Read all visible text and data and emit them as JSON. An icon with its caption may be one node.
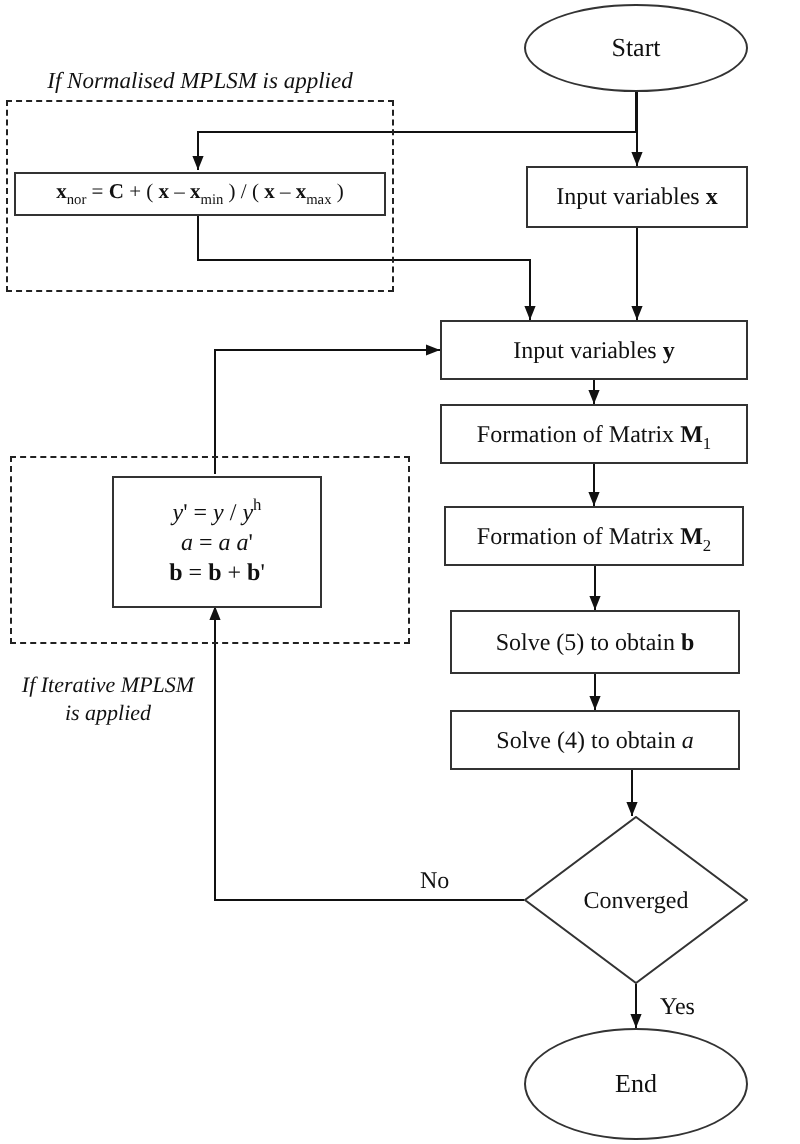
{
  "diagram": {
    "nodes": [
      {
        "text": [
          "If Normalised MPLSM is applied"
        ]
      },
      {
        "text": [
          "**x**$_{nor}$ = **C** + ( **x** – **x**$_{min}$ ) / ( **x** – **x**$_{max}$ )"
        ],
        "in": 0
      },
      {
        "text": [
          "Start"
        ]
      },
      {
        "text": [
          "Input variables **x**"
        ]
      },
      {
        "text": [
          "Input variables **y**"
        ]
      },
      {
        "text": [
          "Formation of Matrix **M**$_{1}$"
        ]
      },
      {
        "text": [
          "Formation of Matrix **M**$_{2}$"
        ]
      },
      {
        "text": [
          "Solve (5) to obtain **b**"
        ]
      },
      {
        "text": [
          "Solve (4) to obtain *a*"
        ]
      },
      {
        "text": [
          "Converged"
        ]
      },
      {
        "text": [
          "End"
        ]
      },
      {
        "text": [
          "If Iterative MPLSM is applied"
        ]
      },
      {
        "text": [
          "*y*' = *y* / *y*$^{h}$",
          "*a* = *a a*'",
          "**b** = **b** + **b**'"
        ],
        "in": 11
      }
    ],
    "edges": [
      {
        "from": 2,
        "to": 3,
        "arrow": "to"
      },
      {
        "from": 2,
        "to": 1,
        "arrow": "to"
      },
      {
        "from": 1,
        "to": 4,
        "arrow": "to"
      },
      {
        "from": 3,
        "to": 4,
        "arrow": "to"
      },
      {
        "from": 4,
        "to": 5,
        "arrow": "to"
      },
      {
        "from": 5,
        "to": 6,
        "arrow": "to"
      },
      {
        "from": 6,
        "to": 7,
        "arrow": "to"
      },
      {
        "from": 7,
        "to": 8,
        "arrow": "to"
      },
      {
        "from": 8,
        "to": 9,
        "arrow": "to"
      },
      {
        "from": 9,
        "to": 10,
        "label": "Yes",
        "arrow": "to"
      },
      {
        "from": 9,
        "to": 12,
        "label": "No",
        "arrow": "to"
      },
      {
        "from": 12,
        "to": 4,
        "arrow": "to"
      }
    ]
  }
}
